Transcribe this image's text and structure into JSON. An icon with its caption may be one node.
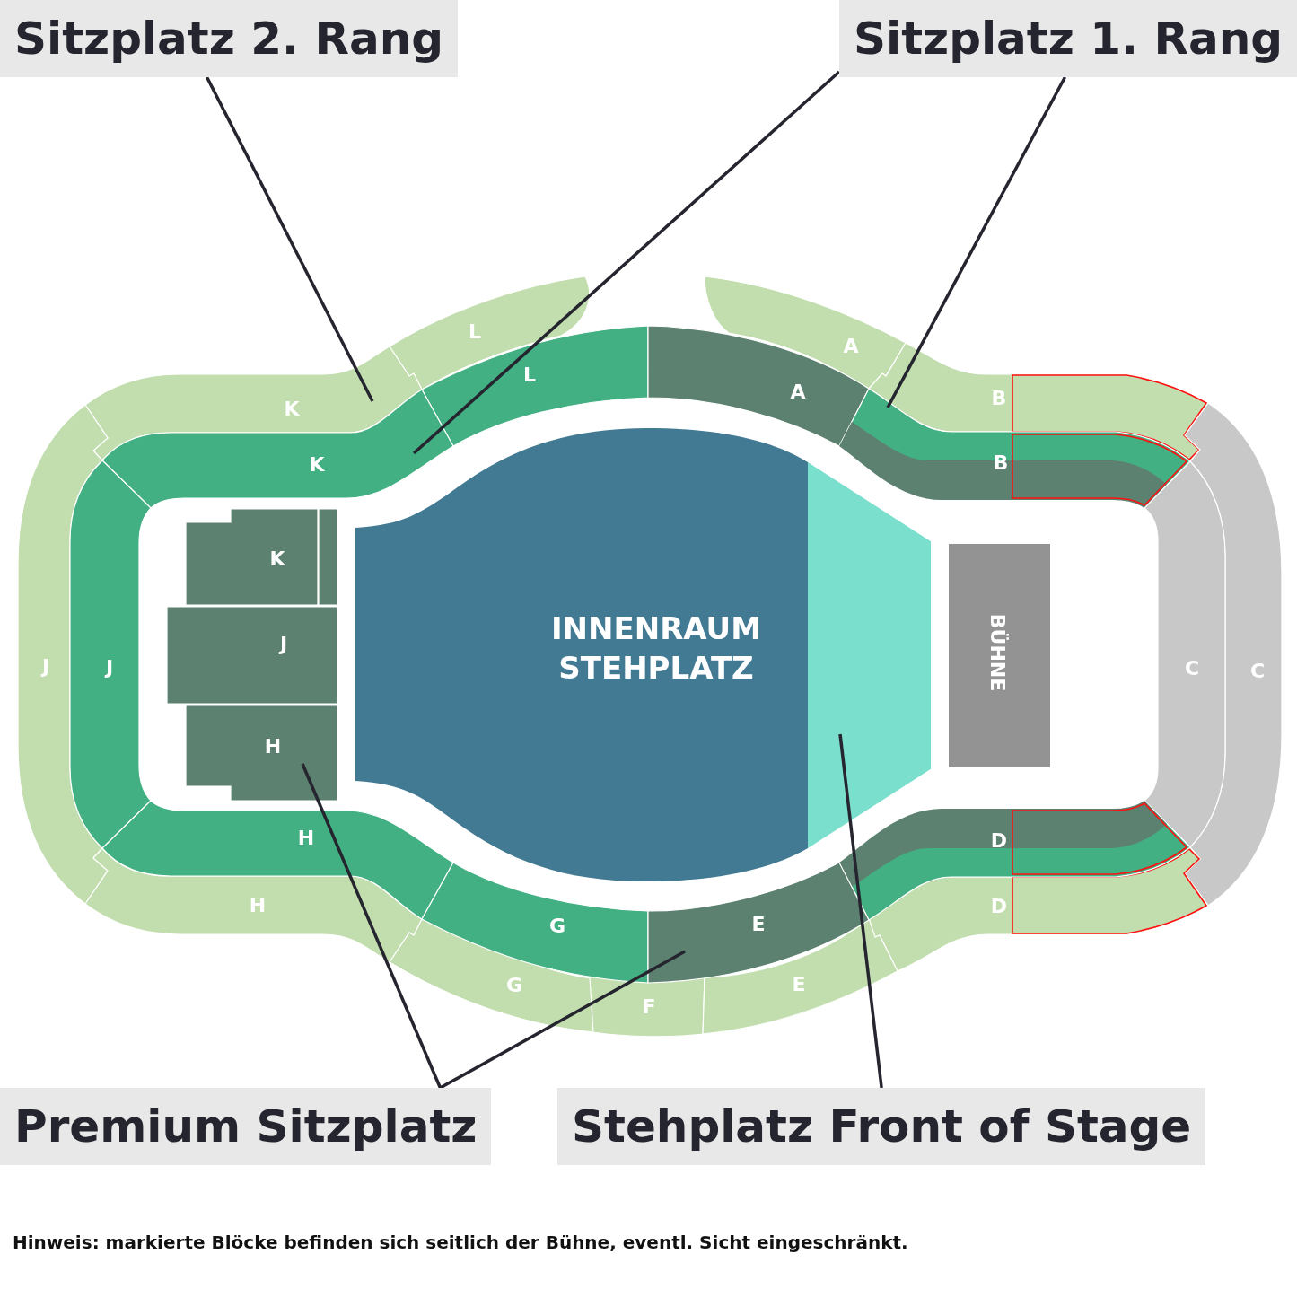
{
  "diagram": {
    "nodes": [
      {
        "text": [
          "Sitzplatz 2. Rang"
        ]
      },
      {
        "text": [
          "Sitzplatz 1. Rang"
        ]
      },
      {
        "text": [
          "L"
        ]
      },
      {
        "text": [
          "A"
        ]
      },
      {
        "text": [
          "L"
        ]
      },
      {
        "text": [
          "A"
        ]
      },
      {
        "text": [
          "B"
        ]
      },
      {
        "text": [
          "K"
        ]
      },
      {
        "text": [
          "K"
        ]
      },
      {
        "text": [
          "B"
        ]
      },
      {
        "text": [
          "K"
        ]
      },
      {
        "text": [],
        "shape": "box"
      },
      {
        "text": [
          "J"
        ]
      },
      {
        "text": [
          "INNENRAUM STEHPLATZ"
        ]
      },
      {
        "text": [],
        "shape": "trapezoid"
      },
      {
        "text": [
          "BÜHNE"
        ]
      },
      {
        "text": [
          "J"
        ]
      },
      {
        "text": [
          "J"
        ]
      },
      {
        "text": [
          "C"
        ]
      },
      {
        "text": [
          "C"
        ]
      },
      {
        "text": [
          "H"
        ]
      },
      {
        "text": [
          "H"
        ]
      },
      {
        "text": [
          "D"
        ]
      },
      {
        "text": [
          "H"
        ]
      },
      {
        "text": [
          "G"
        ]
      },
      {
        "text": [
          "E"
        ]
      },
      {
        "text": [
          "D"
        ]
      },
      {
        "text": [
          "G"
        ]
      },
      {
        "text": [
          "F"
        ]
      },
      {
        "text": [
          "E"
        ]
      },
      {
        "text": [
          "Premium Sitzplatz"
        ]
      },
      {
        "text": [
          "Stehplatz Front of Stage"
        ]
      }
    ],
    "edges": [
      {
        "from": 0,
        "to": 7,
        "arrow": "none"
      },
      {
        "from": 1,
        "to": 8,
        "arrow": "none"
      },
      {
        "from": 1,
        "to": 9,
        "arrow": "none"
      },
      {
        "from": 30,
        "to": 20,
        "arrow": "none"
      },
      {
        "from": 30,
        "to": 25,
        "arrow": "none"
      },
      {
        "from": 31,
        "to": 14,
        "arrow": "none"
      }
    ],
    "labels": [
      "Hinweis: markierte Blöcke befinden sich seitlich der Bühne, eventl. Sicht eingeschränkt."
    ]
  }
}
